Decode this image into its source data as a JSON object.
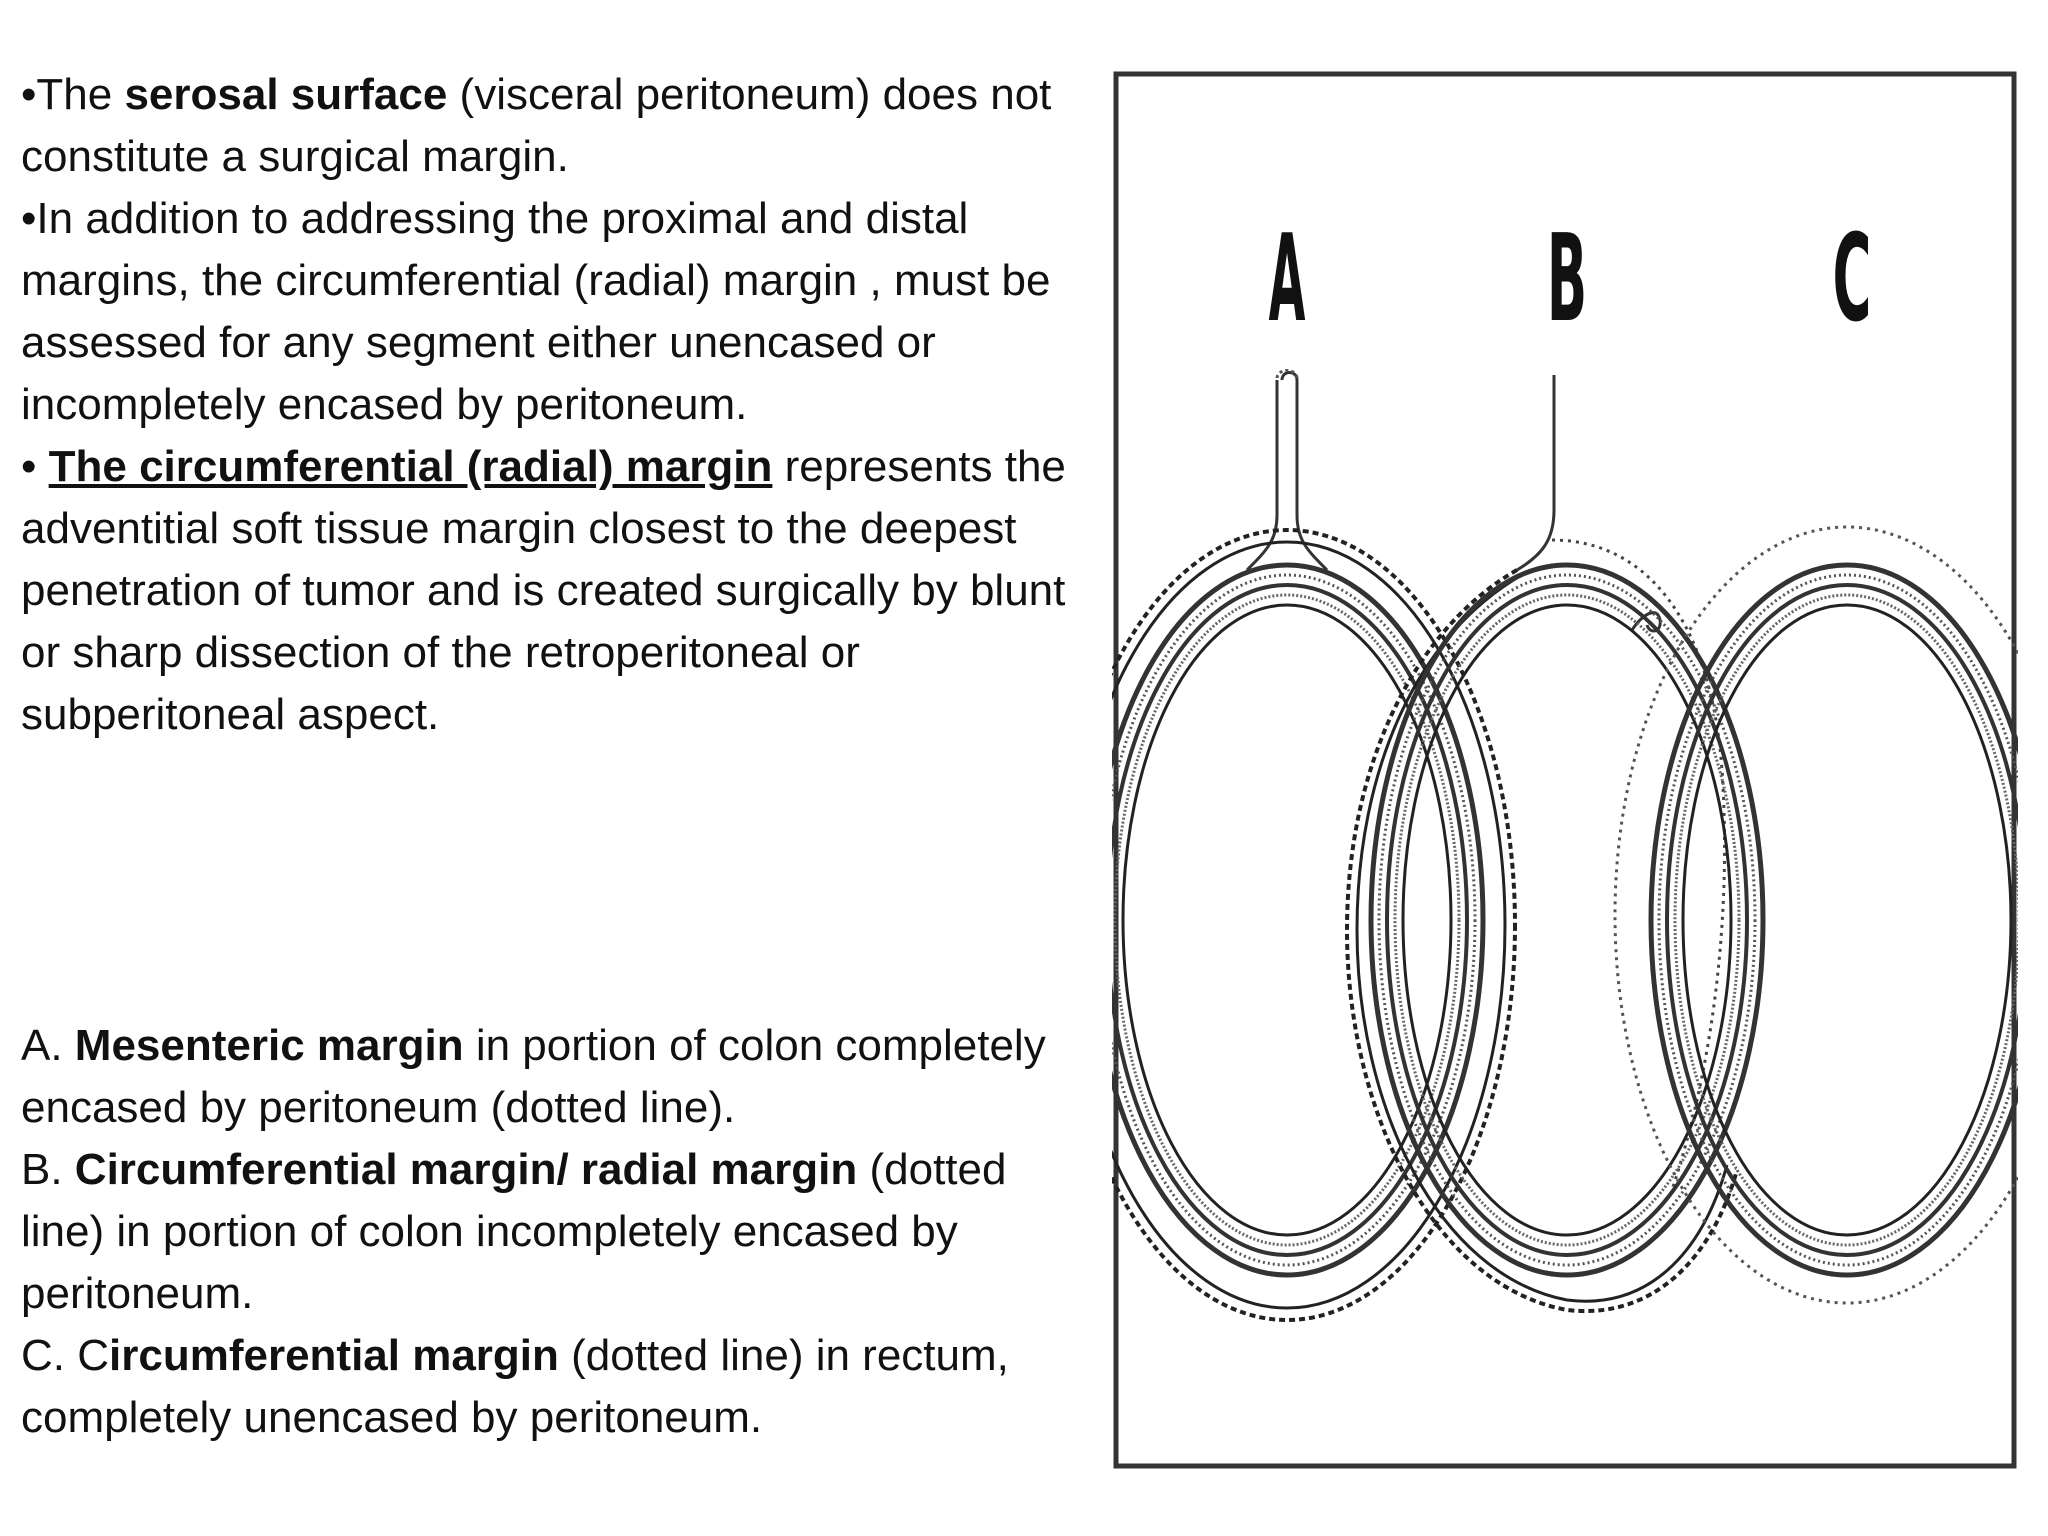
{
  "bullets": [
    {
      "prefix": "•The ",
      "bold": "serosal surface",
      "rest": " (visceral peritoneum) does not constitute a surgical margin."
    },
    {
      "text": "•In addition to addressing the proximal and distal margins, the circumferential (radial) margin , must be assessed for any segment either unencased or incompletely encased by peritoneum."
    },
    {
      "prefix": "• ",
      "underlined_bold": "The circumferential (radial) margin",
      "rest": " represents the adventitial soft tissue margin closest to the deepest penetration of tumor and is created surgically by blunt or sharp dissection of the retroperitoneal or subperitoneal aspect."
    }
  ],
  "captions": [
    {
      "prefix": "A. ",
      "bold": "Mesenteric margin",
      "rest": " in portion of colon completely encased by peritoneum (dotted line)."
    },
    {
      "prefix": "B. ",
      "bold": "Circumferential margin/ radial margin",
      "rest": " (dotted line) in portion of colon incompletely encased by peritoneum."
    },
    {
      "prefix": "C. C",
      "bold": "ircumferential margin",
      "rest": " (dotted line) in rectum, completely unencased by peritoneum."
    }
  ],
  "figure": {
    "labels": [
      "A",
      "B",
      "C"
    ]
  }
}
